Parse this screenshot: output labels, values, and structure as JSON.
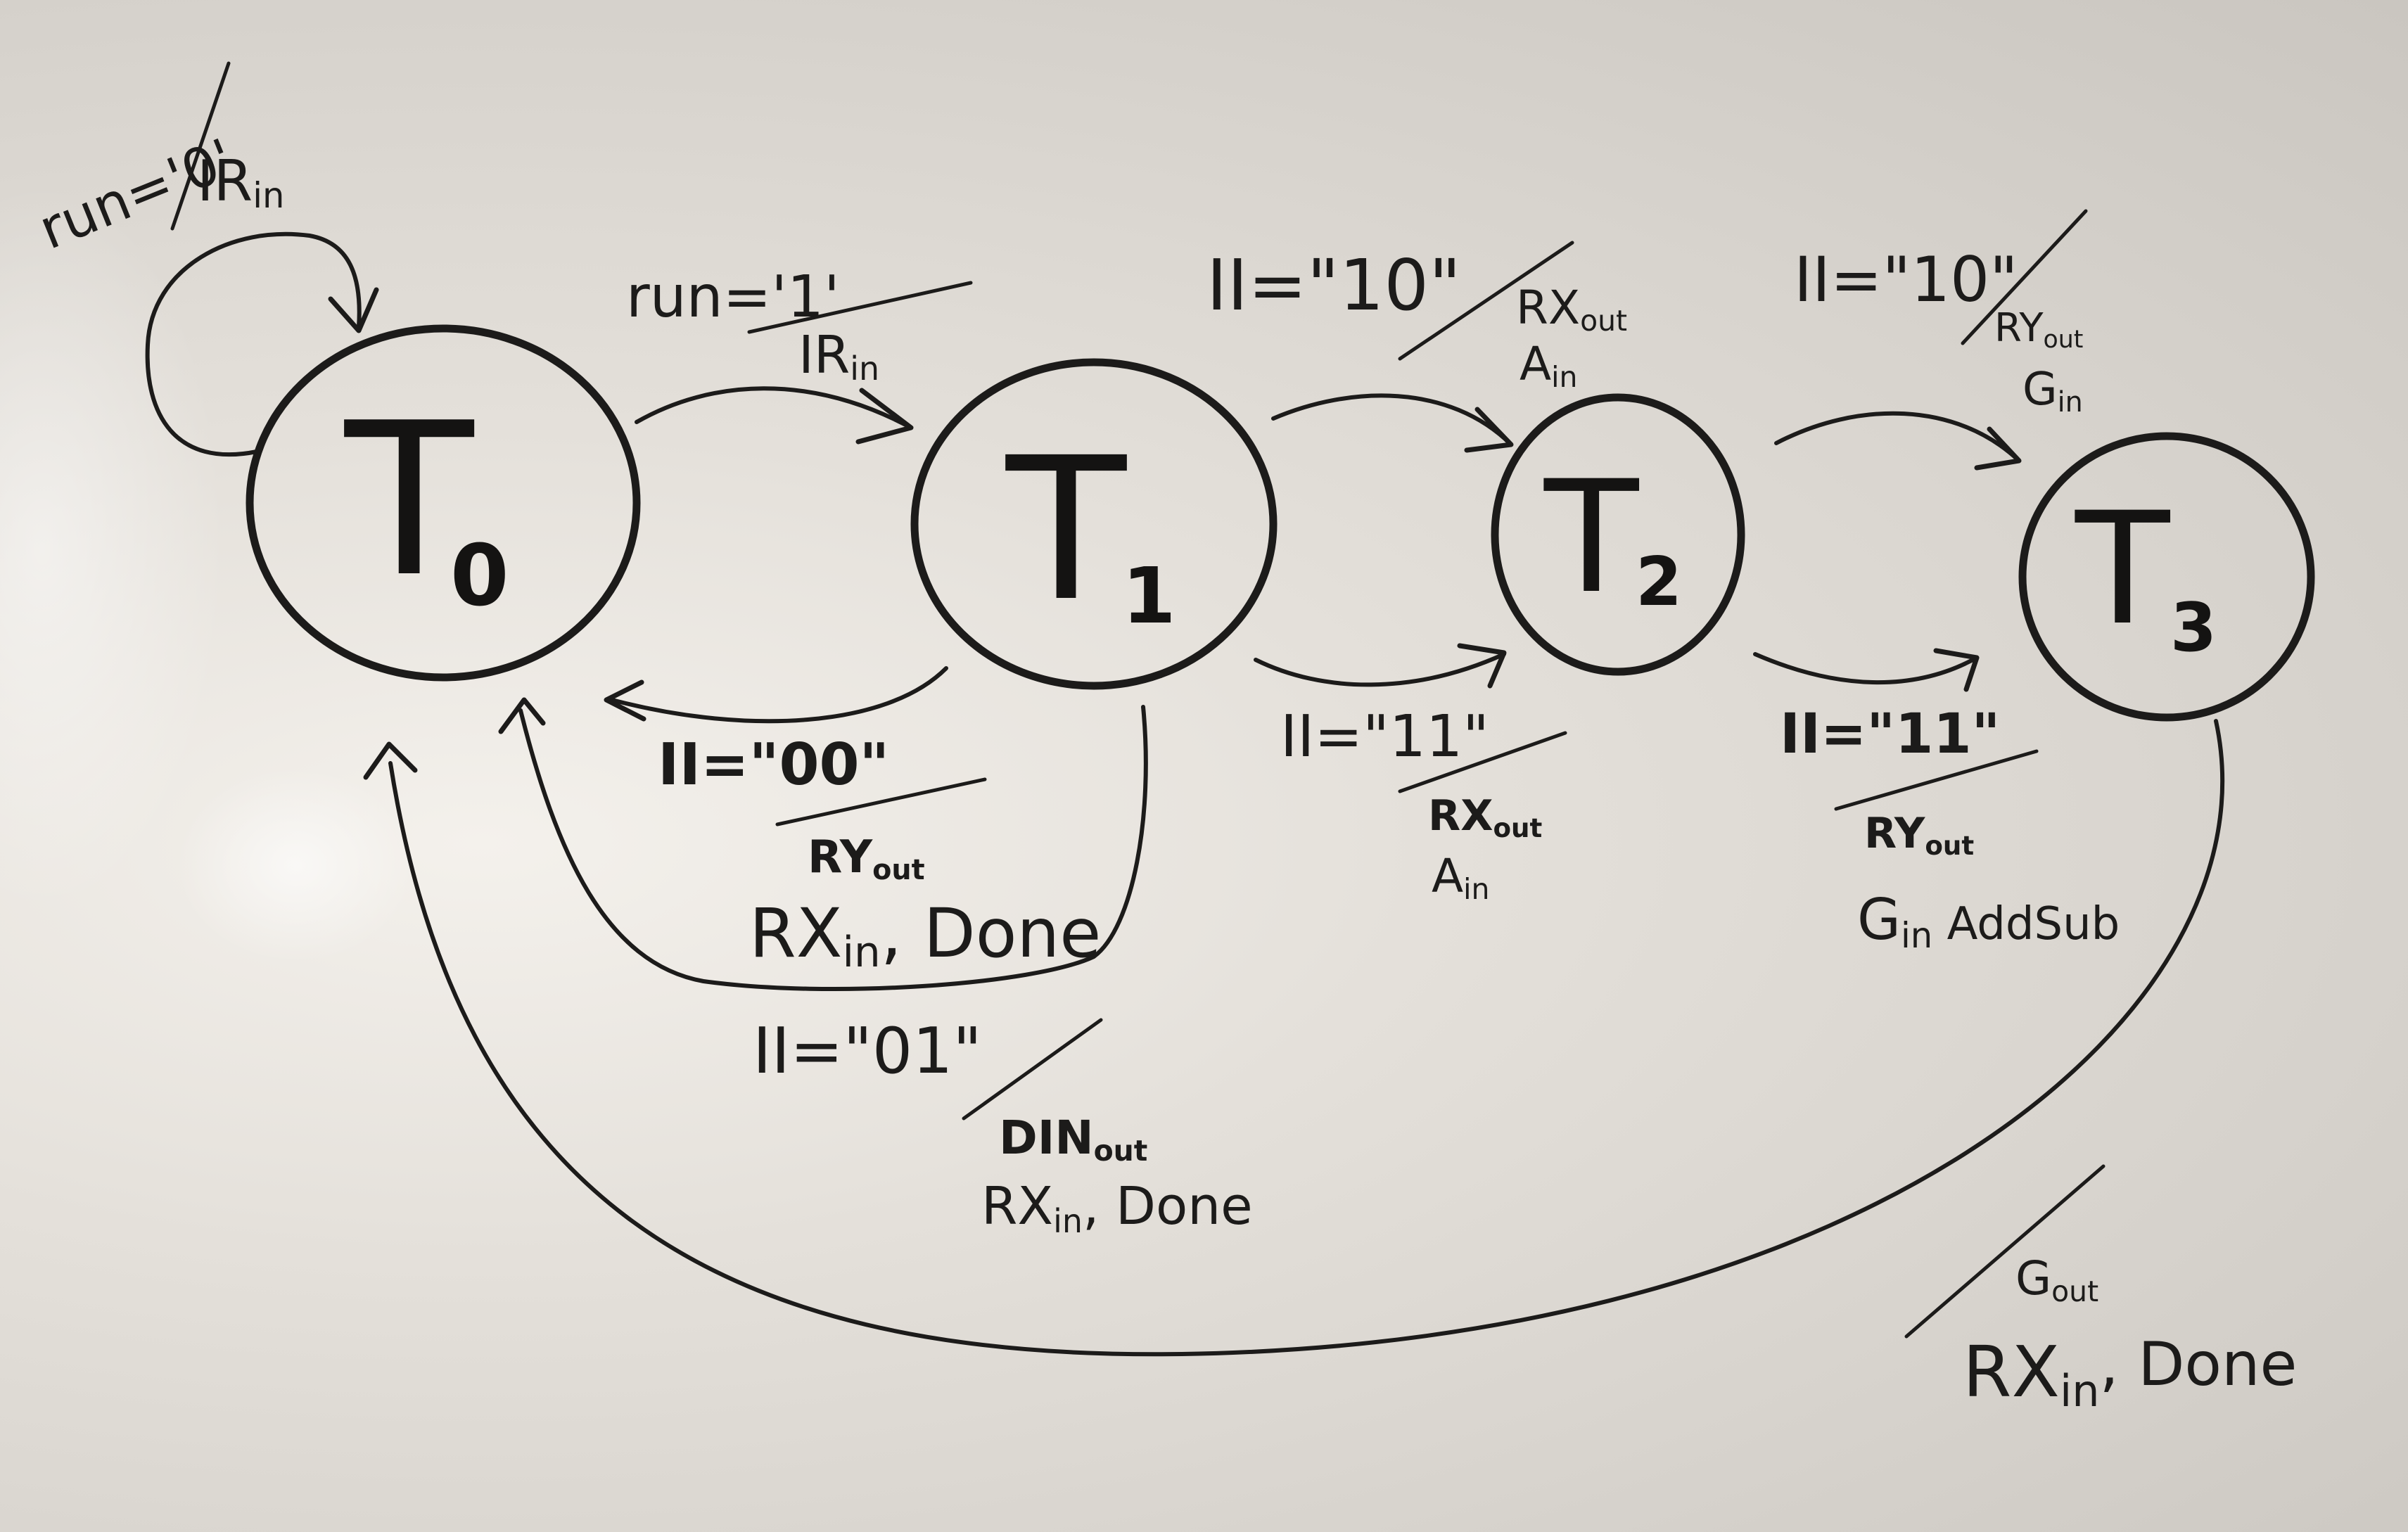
{
  "states": [
    {
      "name": "T",
      "sub": "0"
    },
    {
      "name": "T",
      "sub": "1"
    },
    {
      "name": "T",
      "sub": "2"
    },
    {
      "name": "T",
      "sub": "3"
    }
  ],
  "transitions": {
    "t0_self": {
      "condition": "run='0'",
      "output": "IR",
      "output_sub": "in"
    },
    "t0_t1": {
      "condition": "run='1'",
      "output": "IR",
      "output_sub": "in"
    },
    "t1_t0_00": {
      "condition": "II=\"00\"",
      "out1": "RY",
      "out1_sub": "out",
      "out2": "RX",
      "out2_sub": "in",
      "out2_rest": ", Done"
    },
    "t1_t0_01": {
      "condition": "II=\"01\"",
      "out1": "DIN",
      "out1_sub": "out",
      "out2": "RX",
      "out2_sub": "in",
      "out2_rest": ", Done"
    },
    "t1_t2_10": {
      "condition": "II=\"10\"",
      "out1": "RX",
      "out1_sub": "out",
      "out2": "A",
      "out2_sub": "in"
    },
    "t1_t2_11": {
      "condition": "II=\"11\"",
      "out1": "RX",
      "out1_sub": "out",
      "out2": "A",
      "out2_sub": "in"
    },
    "t2_t3_10": {
      "condition": "II=\"10\"",
      "out1": "RY",
      "out1_sub": "out",
      "out2": "G",
      "out2_sub": "in"
    },
    "t2_t3_11": {
      "condition": "II=\"11\"",
      "out1": "RY",
      "out1_sub": "out",
      "out2": "G",
      "out2_sub": "in",
      "out2_rest": " AddSub"
    },
    "t3_t0": {
      "out1": "G",
      "out1_sub": "out",
      "out2": "RX",
      "out2_sub": "in",
      "out2_rest": ", Done"
    }
  }
}
